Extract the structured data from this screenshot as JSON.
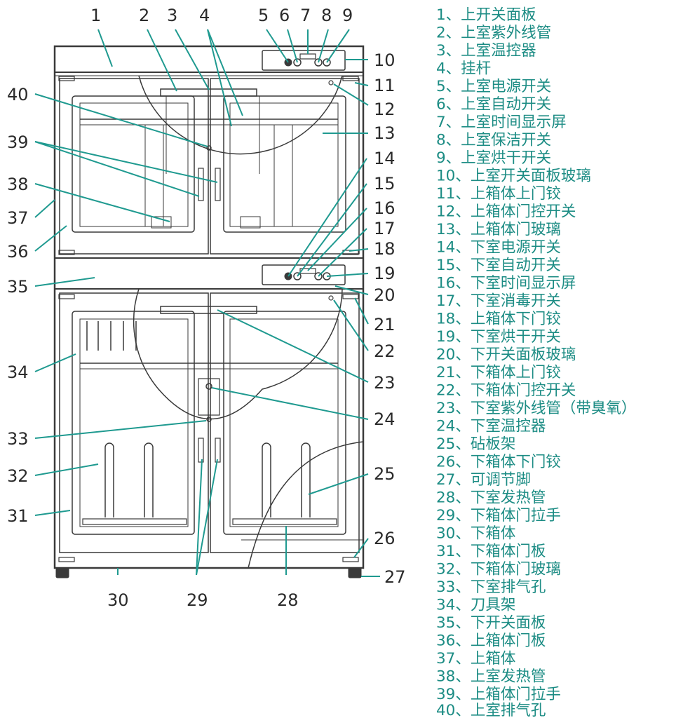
{
  "callouts": {
    "1": "1",
    "2": "2",
    "3": "3",
    "4": "4",
    "5": "5",
    "6": "6",
    "7": "7",
    "8": "8",
    "9": "9",
    "10": "10",
    "11": "11",
    "12": "12",
    "13": "13",
    "14": "14",
    "15": "15",
    "16": "16",
    "17": "17",
    "18": "18",
    "19": "19",
    "20": "20",
    "21": "21",
    "22": "22",
    "23": "23",
    "24": "24",
    "25": "25",
    "26": "26",
    "27": "27",
    "28": "28",
    "29": "29",
    "30": "30",
    "31": "31",
    "32": "32",
    "33": "33",
    "34": "34",
    "35": "35",
    "36": "36",
    "37": "37",
    "38": "38",
    "39": "39",
    "40": "40"
  },
  "legend": [
    "1、上开关面板",
    "2、上室紫外线管",
    "3、上室温控器",
    "4、挂杆",
    "5、上室电源开关",
    "6、上室自动开关",
    "7、上室时间显示屏",
    "8、上室保洁开关",
    "9、上室烘干开关",
    "10、上室开关面板玻璃",
    "11、上箱体上门铰",
    "12、上箱体门控开关",
    "13、上箱体门玻璃",
    "14、下室电源开关",
    "15、下室自动开关",
    "16、下室时间显示屏",
    "17、下室消毒开关",
    "18、上箱体下门铰",
    "19、下室烘干开关",
    "20、下开关面板玻璃",
    "21、下箱体上门铰",
    "22、下箱体门控开关",
    "23、下室紫外线管（带臭氧）",
    "24、下室温控器",
    "25、砧板架",
    "26、下箱体下门铰",
    "27、可调节脚",
    "28、下室发热管",
    "29、下箱体门拉手",
    "30、下箱体",
    "31、下箱体门板",
    "32、下箱体门玻璃",
    "33、下室排气孔",
    "34、刀具架",
    "35、下开关面板",
    "36、上箱体门板",
    "37、上箱体",
    "38、上室发热管",
    "39、上箱体门拉手",
    "40、上室排气孔"
  ],
  "colors": {
    "leader": "#1f9a90",
    "legend_text": "#1c8c84",
    "drawing": "#3a3a3a",
    "number_text": "#2b2b2b"
  }
}
